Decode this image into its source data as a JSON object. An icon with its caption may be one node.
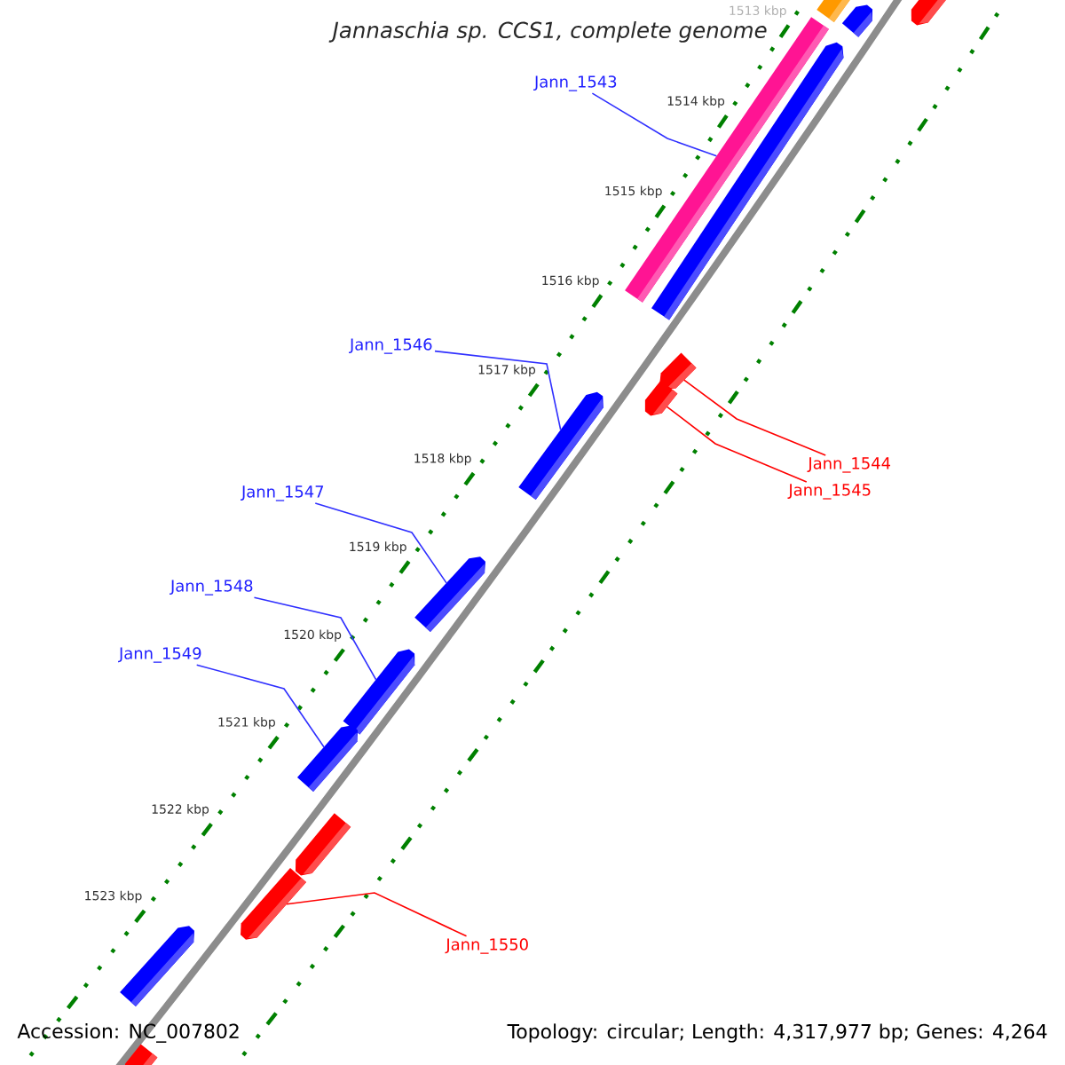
{
  "diagram": {
    "title": "Jannaschia sp. CCS1, complete genome",
    "nodes": [
      {
        "text": [
          "Jann_1543"
        ]
      },
      {
        "text": [
          "Jann_1544"
        ]
      },
      {
        "text": [
          "Jann_1545"
        ]
      },
      {
        "text": [
          "Jann_1546"
        ]
      },
      {
        "text": [
          "Jann_1547"
        ]
      },
      {
        "text": [
          "Jann_1548"
        ]
      },
      {
        "text": [
          "Jann_1549"
        ]
      },
      {
        "text": [
          "Jann_1550"
        ]
      },
      {
        "text": [],
        "shape": "bar"
      },
      {
        "text": [],
        "shape": "arrow"
      },
      {
        "text": [],
        "shape": "arrow"
      },
      {
        "text": [],
        "shape": "bar"
      },
      {
        "text": [],
        "shape": "arrow"
      },
      {
        "text": [],
        "shape": "arrow"
      },
      {
        "text": [],
        "shape": "arrow"
      },
      {
        "text": [],
        "shape": "arrow"
      },
      {
        "text": [],
        "shape": "arrow"
      },
      {
        "text": [],
        "shape": "arrow"
      },
      {
        "text": [],
        "shape": "arrow"
      },
      {
        "text": [],
        "shape": "arrow"
      },
      {
        "text": [],
        "shape": "arrow"
      },
      {
        "text": [],
        "shape": "arrow"
      },
      {
        "text": [],
        "shape": "arrow"
      }
    ],
    "edges": [
      {
        "from": 0,
        "to": 11,
        "arrow": "none"
      },
      {
        "from": 1,
        "to": 13,
        "arrow": "none",
        "color": "#ff0000"
      },
      {
        "from": 2,
        "to": 14,
        "arrow": "none",
        "color": "#ff0000"
      },
      {
        "from": 3,
        "to": 15,
        "arrow": "none"
      },
      {
        "from": 4,
        "to": 16,
        "arrow": "none"
      },
      {
        "from": 5,
        "to": 17,
        "arrow": "none"
      },
      {
        "from": 6,
        "to": 18,
        "arrow": "none"
      },
      {
        "from": 7,
        "to": 20,
        "arrow": "none",
        "color": "#ff0000"
      }
    ],
    "labels": [
      "1513 kbp",
      "1514 kbp",
      "1515 kbp",
      "1516 kbp",
      "1517 kbp",
      "1518 kbp",
      "1519 kbp",
      "1520 kbp",
      "1521 kbp",
      "1522 kbp",
      "1523 kbp",
      "Accession: NC_007802",
      "Topology: circular; Length: 4,317,977 bp; Genes: 4,264"
    ]
  }
}
